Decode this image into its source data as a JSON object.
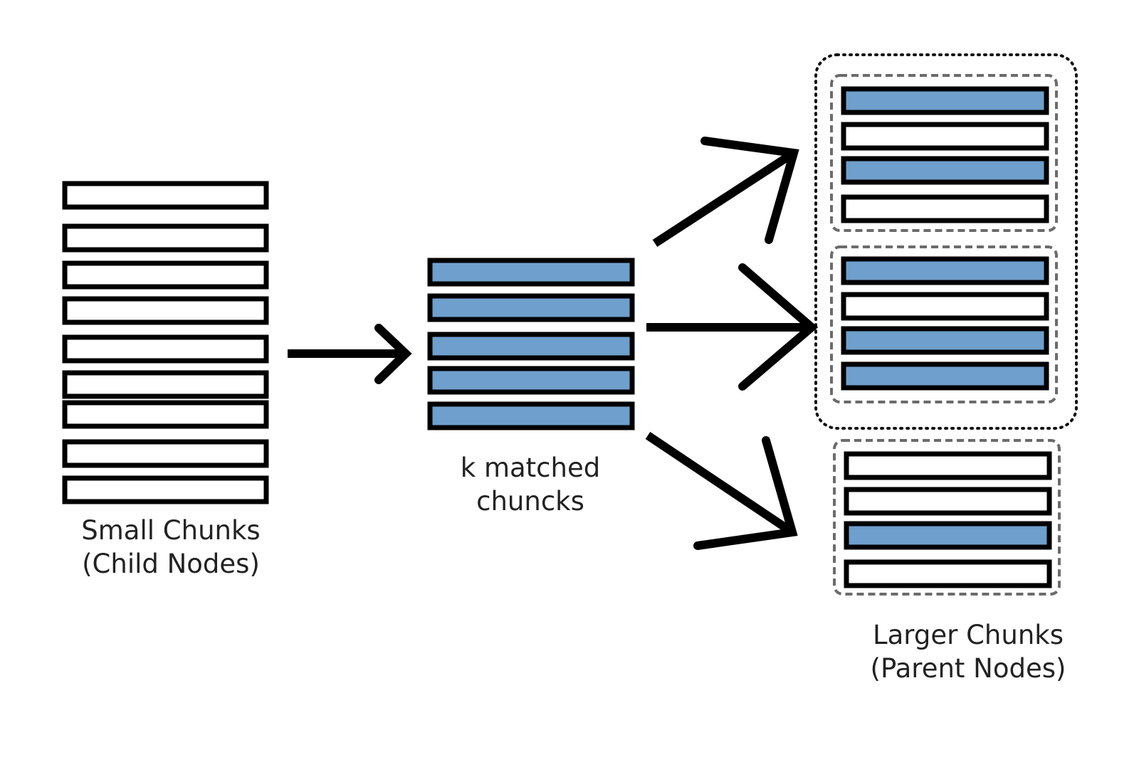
{
  "labels": {
    "small_line1": "Small Chunks",
    "small_line2": "(Child Nodes)",
    "k_line1": "k matched",
    "k_line2": "chuncks",
    "large_line1": "Larger Chunks",
    "large_line2": "(Parent Nodes)"
  },
  "colors": {
    "stroke": "#000000",
    "matched_fill": "#6f9fcc",
    "empty_fill": "#ffffff",
    "dashed_border": "#6b6b6b",
    "dotted_border": "#111111",
    "text": "#222222"
  },
  "small_chunks": {
    "count": 9,
    "matched": [
      false,
      false,
      false,
      false,
      false,
      false,
      false,
      false,
      false
    ]
  },
  "k_matched_chunks": {
    "count": 5,
    "matched": [
      true,
      true,
      true,
      true,
      true
    ]
  },
  "parent_groups": [
    {
      "name": "parent-1",
      "matched": [
        true,
        false,
        true,
        false
      ]
    },
    {
      "name": "parent-2",
      "matched": [
        true,
        false,
        true,
        true
      ]
    },
    {
      "name": "parent-3",
      "matched": [
        false,
        false,
        true,
        false
      ]
    }
  ],
  "arrows": [
    "child-to-matched",
    "matched-to-parent-1",
    "matched-to-parent-2",
    "matched-to-parent-3"
  ]
}
